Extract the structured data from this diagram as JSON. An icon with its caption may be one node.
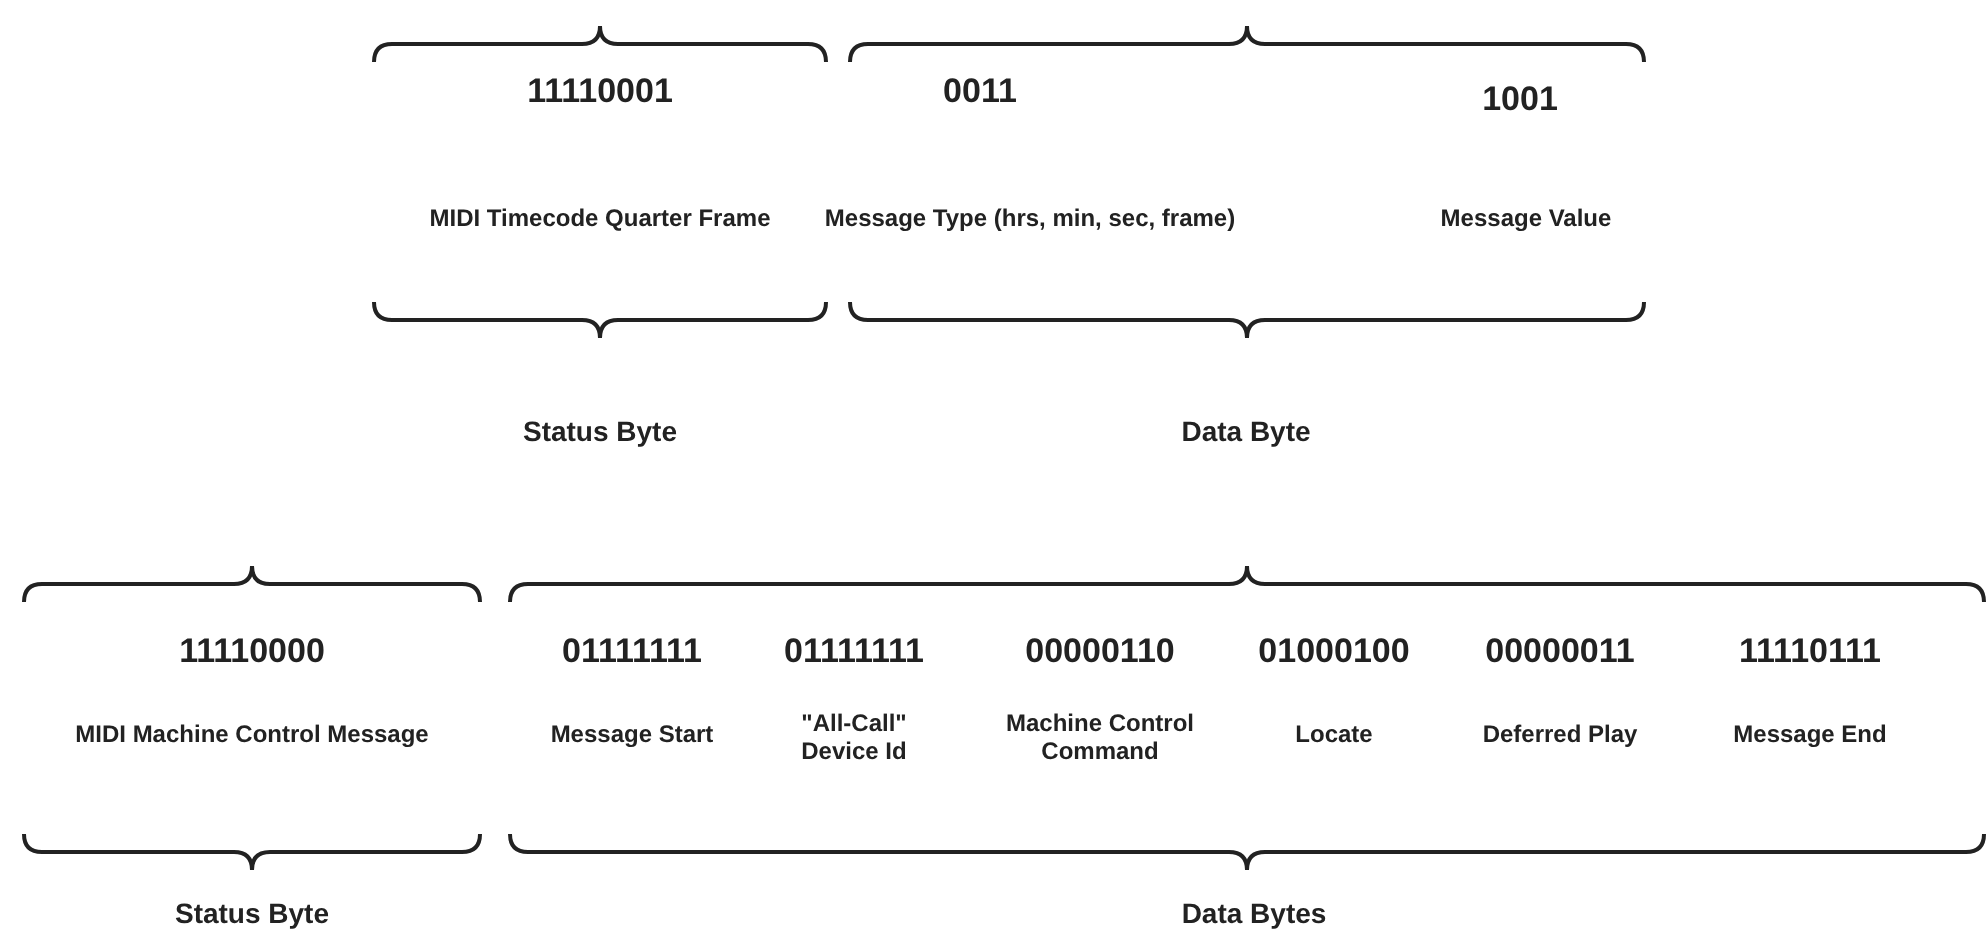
{
  "diagram": {
    "labels": [
      "11110001",
      "0011",
      "1001",
      "MIDI Timecode Quarter Frame",
      "Message Type (hrs, min, sec, frame)",
      "Message Value",
      "Status Byte",
      "Data Byte",
      "11110000",
      "01111111",
      "01111111",
      "00000110",
      "01000100",
      "00000011",
      "11110111",
      "MIDI Machine Control Message",
      "Message Start",
      "\"All-Call\" Device Id",
      "Machine Control Command",
      "Locate",
      "Deferred Play",
      "Message End",
      "Status Byte",
      "Data Bytes"
    ]
  }
}
